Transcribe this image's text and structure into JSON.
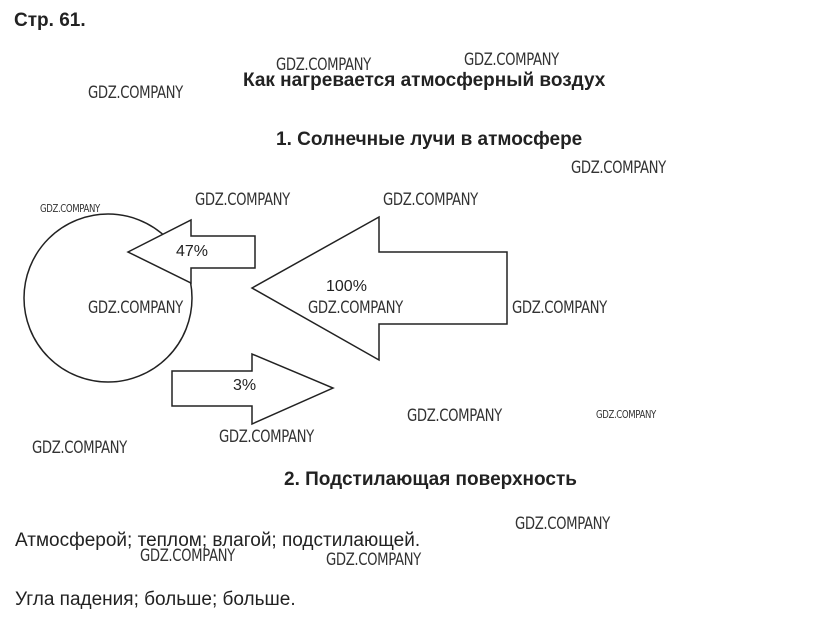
{
  "page_label": "Стр. 61.",
  "title": "Как нагревается атмосферный воздух",
  "section1": {
    "heading": "1. Солнечные лучи в атмосфере",
    "diagram": {
      "incoming_label": "100%",
      "absorbed_label": "47%",
      "reflected_label": "3%"
    }
  },
  "section2": {
    "heading": "2. Подстилающая поверхность",
    "answer1": "Атмосферой; теплом; влагой; подстилающей.",
    "answer2": "Угла падения; больше; больше."
  },
  "watermark": "GDZ.COMPANY"
}
